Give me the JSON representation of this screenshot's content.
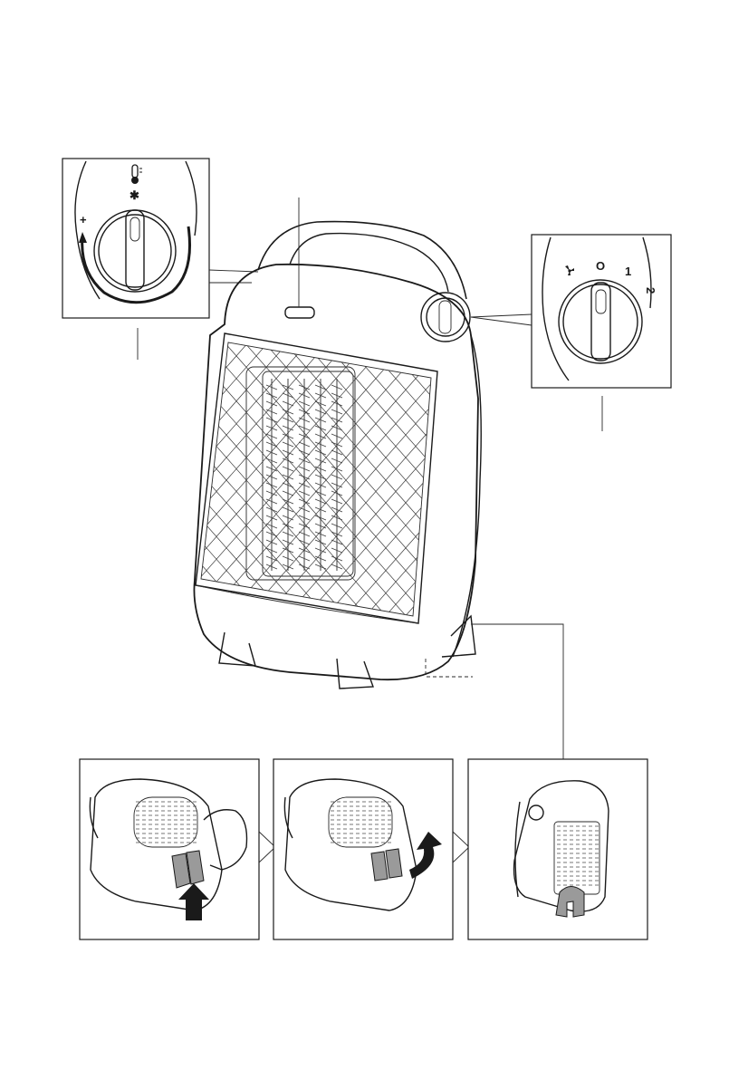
{
  "thermostat_inset": {
    "plus_label": "+",
    "snow_label": "✱",
    "thermometer_icon": "thermometer-icon",
    "arrow_icon": "curved-arrow-icon"
  },
  "mode_inset": {
    "fan_icon": "fan-icon",
    "positions": [
      "O",
      "1",
      "2"
    ]
  },
  "steps": [
    {
      "panel": "step-1",
      "action_icon": "up-arrow-icon"
    },
    {
      "panel": "step-2",
      "action_icon": "curved-up-arrow-icon"
    },
    {
      "panel": "step-3",
      "action_icon": ""
    }
  ],
  "colors": {
    "line": "#1a1a1a",
    "fill": "#ffffff",
    "shade": "#9a9a9a"
  }
}
